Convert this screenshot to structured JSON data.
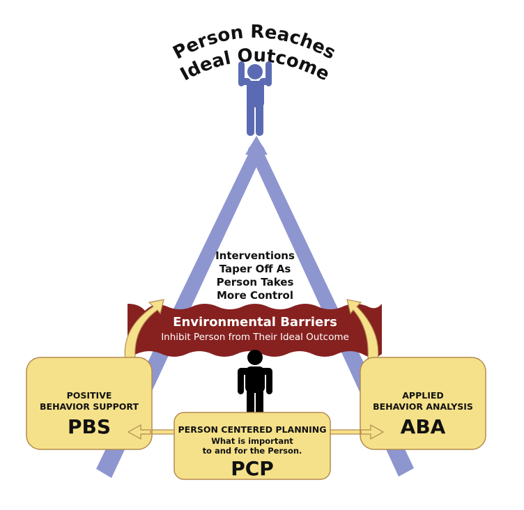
{
  "title": {
    "line1": "Person Reaches",
    "line2": "Ideal Outcome"
  },
  "center_note": {
    "lines": [
      "Interventions",
      "Taper Off As",
      "Person Takes",
      "More Control"
    ]
  },
  "banner": {
    "title": "Environmental Barriers",
    "subtitle": "Inhibit Person from Their Ideal Outcome"
  },
  "boxes": {
    "pbs": {
      "line1": "POSITIVE",
      "line2": "BEHAVIOR SUPPORT",
      "abbr": "PBS"
    },
    "pcp": {
      "line1": "PERSON CENTERED PLANNING",
      "line2": "What is important",
      "line3": "to and for the Person.",
      "abbr": "PCP"
    },
    "aba": {
      "line1": "APPLIED",
      "line2": "BEHAVIOR ANALYSIS",
      "abbr": "ABA"
    }
  },
  "icons": {
    "top_person": "person-arms-raised-icon",
    "center_person": "person-standing-icon"
  },
  "colors": {
    "triangle": "#8d96cf",
    "top_person": "#5b6bb3",
    "banner": "#86211f",
    "box_fill": "#f5e18a",
    "box_stroke": "#b38a4f",
    "text": "#111111"
  }
}
